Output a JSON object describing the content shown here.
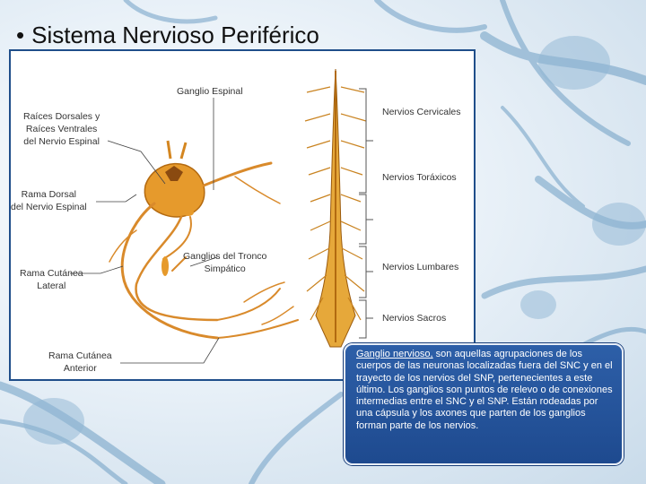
{
  "slide": {
    "bullet": "•",
    "title": "Sistema Nervioso Periférico"
  },
  "diagram": {
    "labels": {
      "ganglio_espinal": "Ganglio Espinal",
      "raices": "Raíces Dorsales y\nRaíces Ventrales\ndel Nervio Espinal",
      "rama_dorsal": "Rama Dorsal\ndel Nervio Espinal",
      "ganglios_tronco": "Ganglios del Tronco\nSimpático",
      "rama_cutanea_lateral": "Rama Cutánea\nLateral",
      "rama_cutanea_anterior": "Rama Cutánea\nAnterior",
      "nervios_cervicales": "Nervios Cervicales",
      "nervios_toraxicos": "Nervios Toráxicos",
      "nervios_lumbares": "Nervios Lumbares",
      "nervios_sacros": "Nervios Sacros"
    }
  },
  "info": {
    "term": "Ganglio nervioso,",
    "text": " son aquellas agrupaciones de los cuerpos de las neuronas localizadas fuera del SNC y en el trayecto de los nervios del SNP, pertenecientes a este último. Los ganglios son puntos de relevo o de conexiones intermedias entre el SNC y el SNP. Están rodeadas por una cápsula y los axones que parten de los ganglios forman parte de los nervios."
  }
}
